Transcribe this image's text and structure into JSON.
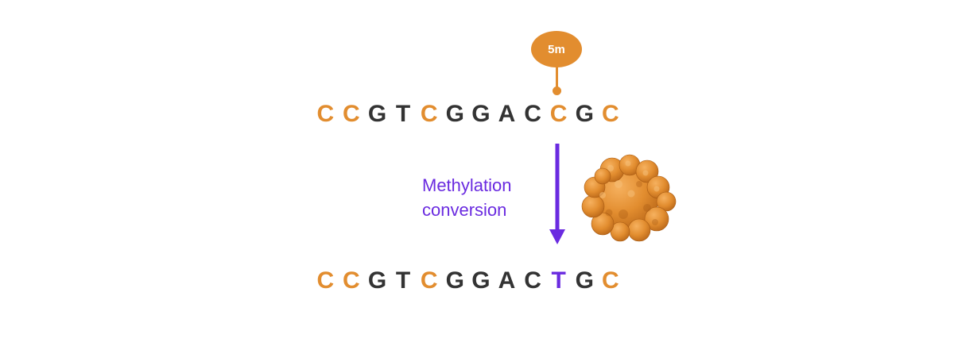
{
  "colors": {
    "orange": "#E28D2F",
    "dark": "#333333",
    "purple": "#6A2BE0"
  },
  "top_sequence": [
    {
      "base": "C",
      "color": "orange"
    },
    {
      "base": "C",
      "color": "orange"
    },
    {
      "base": "G",
      "color": "dark"
    },
    {
      "base": "T",
      "color": "dark"
    },
    {
      "base": "C",
      "color": "orange"
    },
    {
      "base": "G",
      "color": "dark"
    },
    {
      "base": "G",
      "color": "dark"
    },
    {
      "base": "A",
      "color": "dark"
    },
    {
      "base": "C",
      "color": "dark"
    },
    {
      "base": "C",
      "color": "orange"
    },
    {
      "base": "G",
      "color": "dark"
    },
    {
      "base": "C",
      "color": "orange"
    }
  ],
  "bottom_sequence": [
    {
      "base": "C",
      "color": "orange"
    },
    {
      "base": "C",
      "color": "orange"
    },
    {
      "base": "G",
      "color": "dark"
    },
    {
      "base": "T",
      "color": "dark"
    },
    {
      "base": "C",
      "color": "orange"
    },
    {
      "base": "G",
      "color": "dark"
    },
    {
      "base": "G",
      "color": "dark"
    },
    {
      "base": "A",
      "color": "dark"
    },
    {
      "base": "C",
      "color": "dark"
    },
    {
      "base": "T",
      "color": "purple"
    },
    {
      "base": "G",
      "color": "dark"
    },
    {
      "base": "C",
      "color": "orange"
    }
  ],
  "methyl_marker": {
    "label": "5m"
  },
  "caption": {
    "line1": "Methylation",
    "line2": "conversion"
  },
  "icons": {
    "enzyme": "protein-surface-icon",
    "arrow": "down-arrow-icon"
  }
}
